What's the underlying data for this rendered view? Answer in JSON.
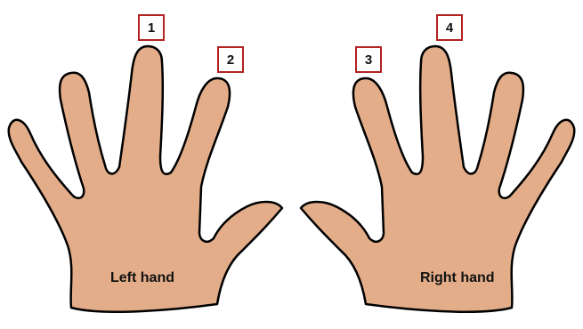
{
  "colors": {
    "skin": "#E3AD89",
    "outline": "#000000",
    "badge_border": "#B22222",
    "background": "#FFFFFF"
  },
  "hands": {
    "left": {
      "label": "Left hand"
    },
    "right": {
      "label": "Right hand"
    }
  },
  "markers": [
    {
      "number": "1",
      "finger": "left middle finger"
    },
    {
      "number": "2",
      "finger": "left index finger"
    },
    {
      "number": "3",
      "finger": "right index finger"
    },
    {
      "number": "4",
      "finger": "right middle finger"
    }
  ]
}
